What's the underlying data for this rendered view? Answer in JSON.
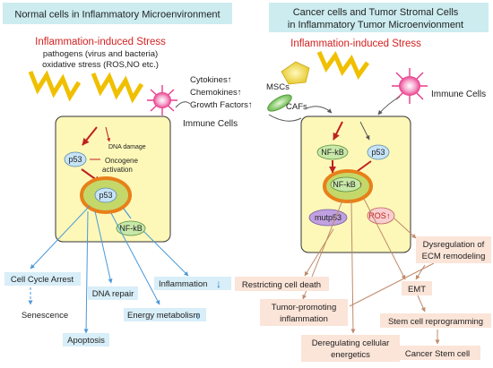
{
  "left_panel": {
    "title": "Normal cells in Inflammatory Microenvironment",
    "stress_title": "Inflammation-induced Stress",
    "stress_line1": "pathogens (virus and bacteria)",
    "stress_line2": "oxidative stress (ROS,NO etc.)",
    "immune_cells": "Immune Cells",
    "cell": {
      "dna_damage": "DNA damage",
      "p53_top": "p53",
      "oncogene_line1": "Oncogene",
      "oncogene_line2": "activation",
      "p53_nucleus": "p53",
      "nfkb": "NF-kB"
    },
    "outcomes": {
      "cell_cycle_arrest": "Cell Cycle Arrest",
      "senescence": "Senescence",
      "dna_repair": "DNA repair",
      "apoptosis": "Apoptosis",
      "inflammation": "Inflammation",
      "energy_metabolism": "Energy metabolism"
    }
  },
  "center": {
    "cytokines": "Cytokines↑",
    "chemokines": "Chemokines↑",
    "growth_factors": "Growth Factors↑"
  },
  "right_panel": {
    "title_line1": "Cancer cells and Tumor Stromal Cells",
    "title_line2": "in Inflammatory Tumor Microenvionment",
    "stress_title": "Inflammation-induced Stress",
    "mscs": "MSCs",
    "cafs": "CAFs",
    "immune_cells": "Immune Cells",
    "cell": {
      "nfkb_top": "NF-kB",
      "p53": "p53",
      "nfkb_nucleus": "NF-kB",
      "mutp53": "mutp53",
      "ros": "ROS"
    },
    "outcomes": {
      "dysregulation_line1": "Dysregulation of",
      "dysregulation_line2": "ECM remodeling",
      "restricting": "Restricting cell death",
      "emt": "EMT",
      "tumor_promoting_line1": "Tumor-promoting",
      "tumor_promoting_line2": "inflammation",
      "stem_reprogramming": "Stem cell reprogramming",
      "deregulating_line1": "Deregulating cellular",
      "deregulating_line2": "energetics",
      "cancer_stem_cell": "Cancer Stem cell"
    }
  },
  "colors": {
    "title_box": "#ccecf0",
    "stress_red": "#d42020",
    "lightning": "#f0c000",
    "cell_fill": "#fdf8b8",
    "nucleus_ring": "#e8801a",
    "oval_blue": "#c6e3f7",
    "oval_green": "#c8e8a8",
    "oval_purple": "#c0a0e0",
    "oval_pink": "#f8cfd0",
    "outcome_blue": "#d8eef8",
    "outcome_peach": "#fbe4d8",
    "arrow_blue": "#4a98d8",
    "arrow_brown": "#c08a6a",
    "arrow_red": "#c02020",
    "cell_pink": "#e83c8c",
    "msc_yellow": "#f0dc40",
    "caf_green": "#7cc860"
  }
}
